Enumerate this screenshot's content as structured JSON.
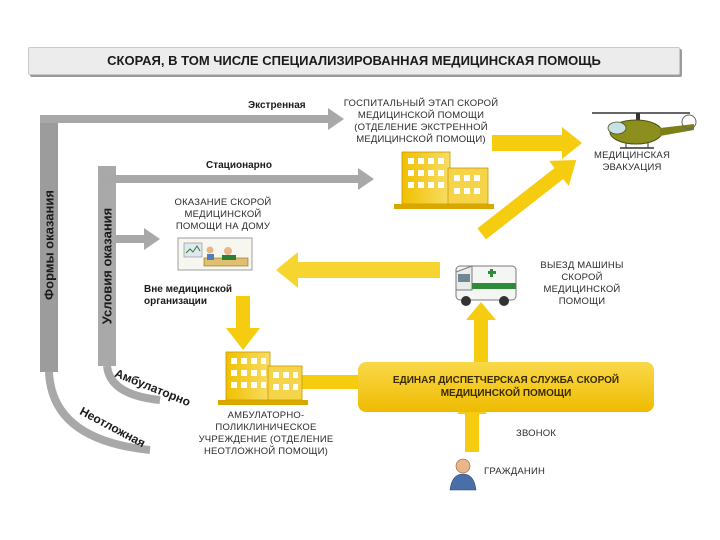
{
  "title": "СКОРАЯ, В ТОМ ЧИСЛЕ СПЕЦИАЛИЗИРОВАННАЯ МЕДИЦИНСКАЯ ПОМОЩЬ",
  "forms_label": "Формы оказания",
  "conditions_label": "Условия оказания",
  "emergency": "Экстренная",
  "inpatient": "Стационарно",
  "outside_org": [
    "Вне медицинской",
    "организации"
  ],
  "ambulatory": "Амбулаторно",
  "urgent": "Неотложная",
  "hospital_stage": [
    "ГОСПИТАЛЬНЫЙ ЭТАП СКОРОЙ",
    "МЕДИЦИНСКОЙ ПОМОЩИ",
    "(ОТДЕЛЕНИЕ ЭКСТРЕННОЙ",
    "МЕДИЦИНСКОЙ ПОМОЩИ)"
  ],
  "evacuation": [
    "МЕДИЦИНСКАЯ",
    "ЭВАКУАЦИЯ"
  ],
  "home_care": [
    "ОКАЗАНИЕ СКОРОЙ",
    "МЕДИЦИНСКОЙ",
    "ПОМОЩИ НА ДОМУ"
  ],
  "ambulance_trip": [
    "ВЫЕЗД МАШИНЫ",
    "СКОРОЙ",
    "МЕДИЦИНСКОЙ",
    "ПОМОЩИ"
  ],
  "dispatch": [
    "ЕДИНАЯ ДИСПЕТЧЕРСКАЯ СЛУЖБА СКОРОЙ",
    "МЕДИЦИНСКОЙ ПОМОЩИ"
  ],
  "outpatient_inst": [
    "АМБУЛАТОРНО-",
    "ПОЛИКЛИНИЧЕСКОЕ",
    "УЧРЕЖДЕНИЕ (ОТДЕЛЕНИЕ",
    "НЕОТЛОЖНОЙ ПОМОЩИ)"
  ],
  "call": "ЗВОНОК",
  "citizens": "ГРАЖДАНИН",
  "colors": {
    "accent": "#f2c200",
    "light_accent": "#f8dc6a",
    "grey_bar": "#9c9c9c",
    "arrow_grey": "#a8a8a8"
  }
}
